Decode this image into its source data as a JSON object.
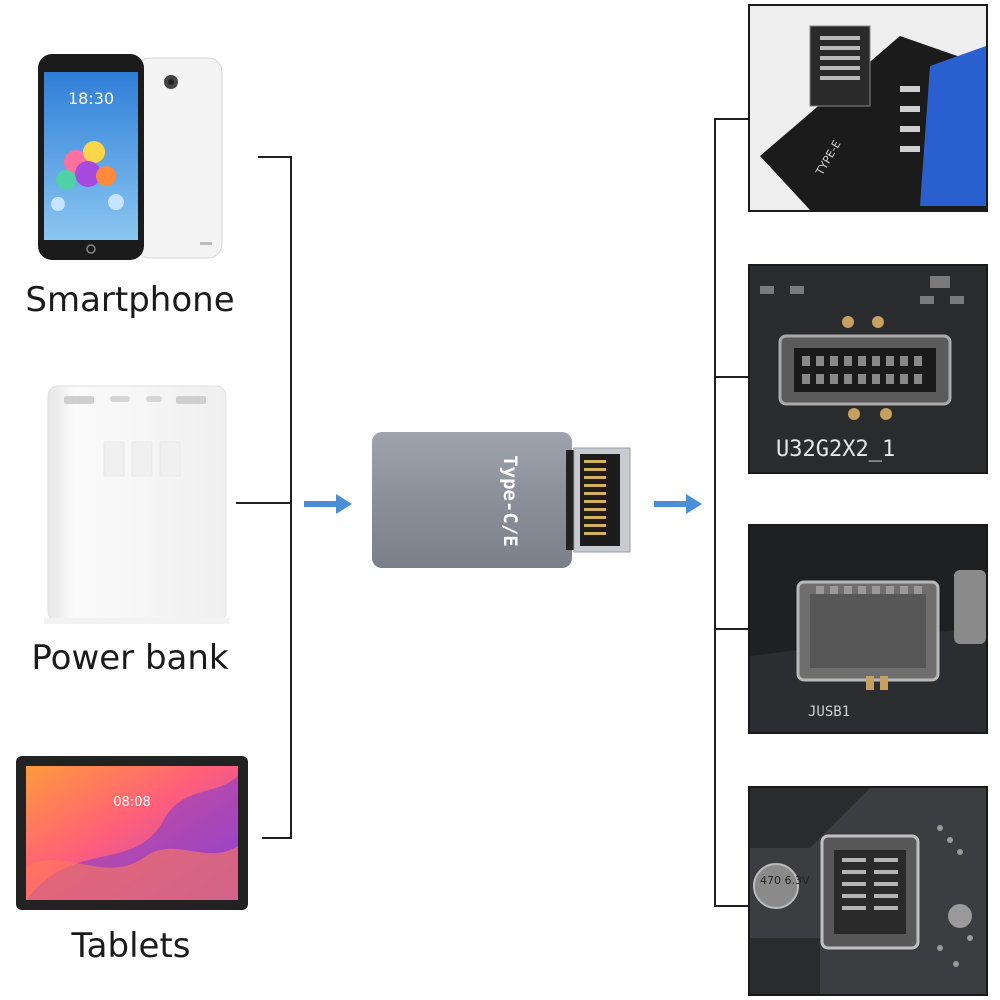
{
  "devices": [
    {
      "label": "Smartphone",
      "icon": "smartphone-icon",
      "screen_time": "18:30"
    },
    {
      "label": "Power bank",
      "icon": "power-bank-icon"
    },
    {
      "label": "Tablets",
      "icon": "tablet-icon",
      "screen_time": "08:08"
    }
  ],
  "adapter": {
    "text": "Type-C/E",
    "icon": "usb-type-e-adapter"
  },
  "headers": [
    {
      "silkscreen": "TYPE-E",
      "icon": "type-e-header-adapter-photo"
    },
    {
      "silkscreen": "U32G2X2_1",
      "icon": "motherboard-type-e-header-photo"
    },
    {
      "silkscreen": "JUSB1",
      "icon": "motherboard-jusb-header-photo"
    },
    {
      "silkscreen": "470 6.3V",
      "icon": "motherboard-header-capacitor-photo"
    }
  ],
  "colors": {
    "arrow": "#4a8fd6",
    "line": "#1f1f1f",
    "adapter_body": "#8a8f99"
  }
}
